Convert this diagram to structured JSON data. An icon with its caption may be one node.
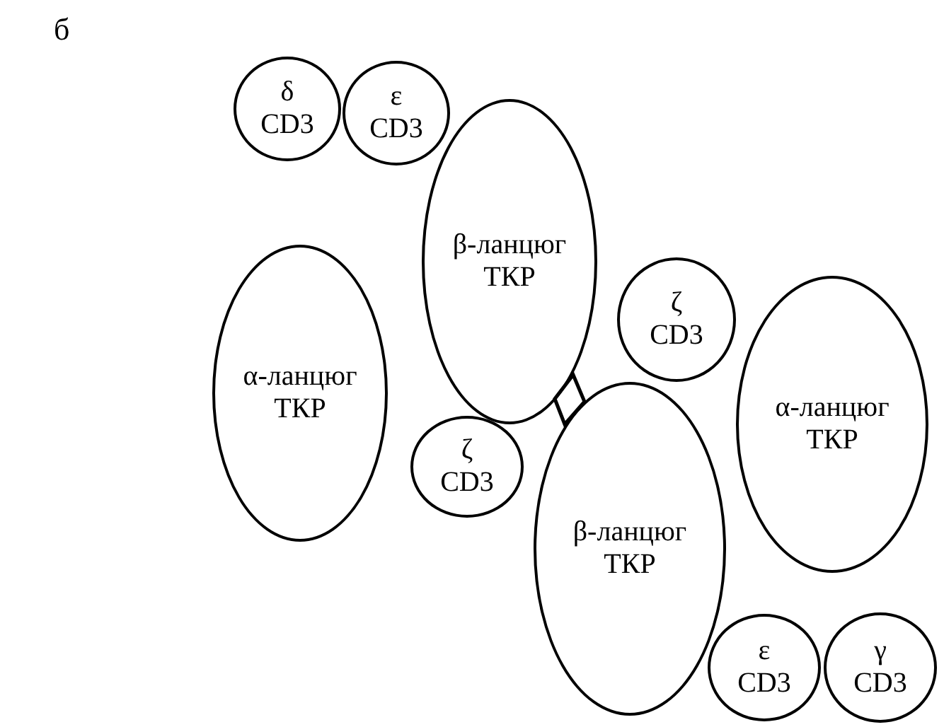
{
  "diagram": {
    "nodes": [
      {
        "text": [
          "δ CD3"
        ]
      },
      {
        "text": [
          "ε CD3"
        ]
      },
      {
        "text": [
          "β-ланцюг ТКР"
        ]
      },
      {
        "text": [
          "α-ланцюг ТКР"
        ]
      },
      {
        "text": [
          "ζ CD3"
        ]
      },
      {
        "text": [
          "ζ CD3"
        ]
      },
      {
        "text": [
          "α-ланцюг ТКР"
        ]
      },
      {
        "text": [
          "β-ланцюг ТКР"
        ]
      },
      {
        "text": [
          "ε CD3"
        ]
      },
      {
        "text": [
          "γ CD3"
        ]
      }
    ],
    "edges": [
      {
        "from": 2,
        "to": 7,
        "arrow": "none"
      }
    ],
    "labels": [
      "б"
    ]
  }
}
